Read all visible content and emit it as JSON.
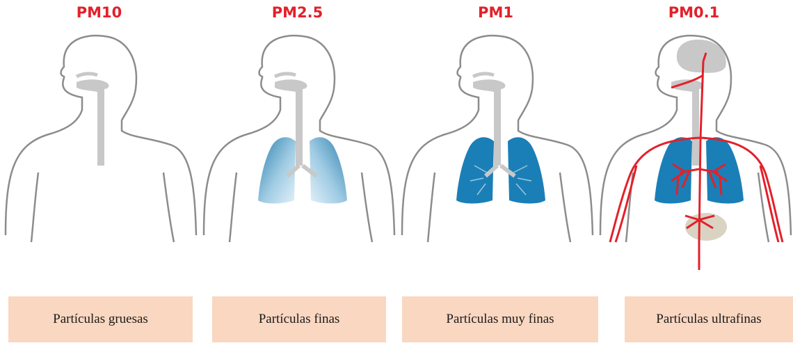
{
  "panels": [
    {
      "title": "PM10",
      "label": "Partículas gruesas"
    },
    {
      "title": "PM2.5",
      "label": "Partículas finas"
    },
    {
      "title": "PM1",
      "label": "Partículas muy finas"
    },
    {
      "title": "PM0.1",
      "label": "Partículas ultrafinas"
    }
  ],
  "colors": {
    "title": "#e3202a",
    "label_bg": "#fad7c0",
    "outline": "#8c8c8c",
    "airway": "#c8c8c8",
    "lung_dark": "#1a7fb7",
    "lung_light": "#cfe6f3",
    "vessel": "#e3202a",
    "organ": "#d9d3c4"
  }
}
